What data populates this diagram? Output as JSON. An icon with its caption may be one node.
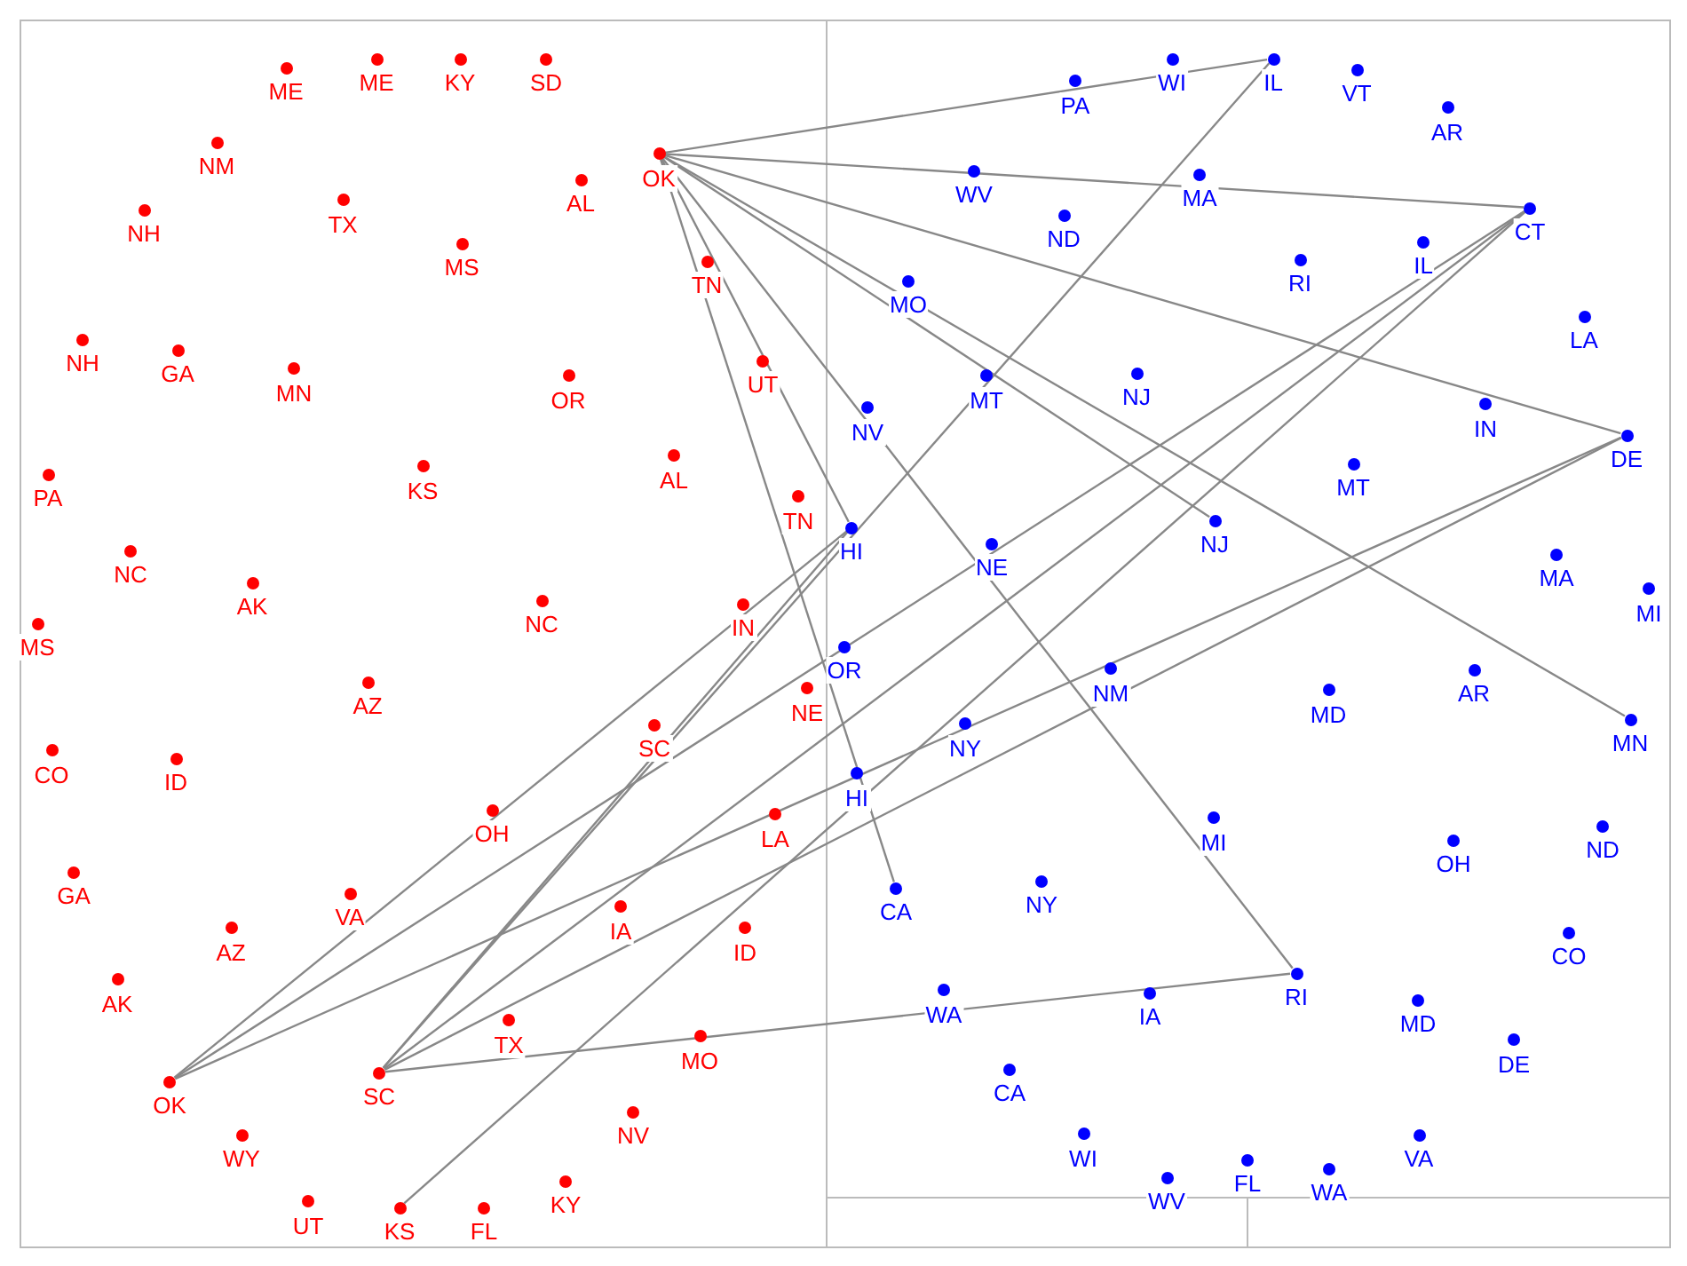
{
  "diagram": {
    "nodes": [
      {
        "text": [],
        "shape": "circle",
        "beside": [
          "ME"
        ]
      },
      {
        "text": [],
        "shape": "circle",
        "beside": [
          "ME"
        ]
      },
      {
        "text": [],
        "shape": "circle",
        "beside": [
          "KY"
        ]
      },
      {
        "text": [],
        "shape": "circle",
        "beside": [
          "SD"
        ]
      },
      {
        "text": [],
        "shape": "circle",
        "beside": [
          "NM"
        ]
      },
      {
        "text": [],
        "shape": "circle",
        "beside": [
          "OK"
        ]
      },
      {
        "text": [],
        "shape": "circle",
        "beside": [
          "AL"
        ]
      },
      {
        "text": [],
        "shape": "circle",
        "beside": [
          "TX"
        ]
      },
      {
        "text": [],
        "shape": "circle",
        "beside": [
          "NH"
        ]
      },
      {
        "text": [],
        "shape": "circle",
        "beside": [
          "MS"
        ]
      },
      {
        "text": [],
        "shape": "circle",
        "beside": [
          "TN"
        ]
      },
      {
        "text": [],
        "shape": "circle",
        "beside": [
          "NH"
        ]
      },
      {
        "text": [],
        "shape": "circle",
        "beside": [
          "GA"
        ]
      },
      {
        "text": [],
        "shape": "circle",
        "beside": [
          "UT"
        ]
      },
      {
        "text": [],
        "shape": "circle",
        "beside": [
          "MN"
        ]
      },
      {
        "text": [],
        "shape": "circle",
        "beside": [
          "OR"
        ]
      },
      {
        "text": [],
        "shape": "circle",
        "beside": [
          "AL"
        ]
      },
      {
        "text": [],
        "shape": "circle",
        "beside": [
          "KS"
        ]
      },
      {
        "text": [],
        "shape": "circle",
        "beside": [
          "PA"
        ]
      },
      {
        "text": [],
        "shape": "circle",
        "beside": [
          "TN"
        ]
      },
      {
        "text": [],
        "shape": "circle",
        "beside": [
          "NC"
        ]
      },
      {
        "text": [],
        "shape": "circle",
        "beside": [
          "AK"
        ]
      },
      {
        "text": [],
        "shape": "circle",
        "beside": [
          "NC"
        ]
      },
      {
        "text": [],
        "shape": "circle",
        "beside": [
          "IN"
        ]
      },
      {
        "text": [],
        "shape": "circle",
        "beside": [
          "MS"
        ]
      },
      {
        "text": [],
        "shape": "circle",
        "beside": [
          "AZ"
        ]
      },
      {
        "text": [],
        "shape": "circle",
        "beside": [
          "NE"
        ]
      },
      {
        "text": [],
        "shape": "circle",
        "beside": [
          "SC"
        ]
      },
      {
        "text": [],
        "shape": "circle",
        "beside": [
          "CO"
        ]
      },
      {
        "text": [],
        "shape": "circle",
        "beside": [
          "ID"
        ]
      },
      {
        "text": [],
        "shape": "circle",
        "beside": [
          "OH"
        ]
      },
      {
        "text": [],
        "shape": "circle",
        "beside": [
          "LA"
        ]
      },
      {
        "text": [],
        "shape": "circle",
        "beside": [
          "GA"
        ]
      },
      {
        "text": [],
        "shape": "circle",
        "beside": [
          "VA"
        ]
      },
      {
        "text": [],
        "shape": "circle",
        "beside": [
          "IA"
        ]
      },
      {
        "text": [],
        "shape": "circle",
        "beside": [
          "AZ"
        ]
      },
      {
        "text": [],
        "shape": "circle",
        "beside": [
          "ID"
        ]
      },
      {
        "text": [],
        "shape": "circle",
        "beside": [
          "AK"
        ]
      },
      {
        "text": [],
        "shape": "circle",
        "beside": [
          "TX"
        ]
      },
      {
        "text": [],
        "shape": "circle",
        "beside": [
          "MO"
        ]
      },
      {
        "text": [],
        "shape": "circle",
        "beside": [
          "SC"
        ]
      },
      {
        "text": [],
        "shape": "circle",
        "beside": [
          "OK"
        ]
      },
      {
        "text": [],
        "shape": "circle",
        "beside": [
          "NV"
        ]
      },
      {
        "text": [],
        "shape": "circle",
        "beside": [
          "WY"
        ]
      },
      {
        "text": [],
        "shape": "circle",
        "beside": [
          "KY"
        ]
      },
      {
        "text": [],
        "shape": "circle",
        "beside": [
          "UT"
        ]
      },
      {
        "text": [],
        "shape": "circle",
        "beside": [
          "KS"
        ]
      },
      {
        "text": [],
        "shape": "circle",
        "beside": [
          "FL"
        ]
      },
      {
        "text": [],
        "shape": "circle",
        "beside": [
          "WI"
        ]
      },
      {
        "text": [],
        "shape": "circle",
        "beside": [
          "IL"
        ]
      },
      {
        "text": [],
        "shape": "circle",
        "beside": [
          "VT"
        ]
      },
      {
        "text": [],
        "shape": "circle",
        "beside": [
          "PA"
        ]
      },
      {
        "text": [],
        "shape": "circle",
        "beside": [
          "AR"
        ]
      },
      {
        "text": [],
        "shape": "circle",
        "beside": [
          "WV"
        ]
      },
      {
        "text": [],
        "shape": "circle",
        "beside": [
          "MA"
        ]
      },
      {
        "text": [],
        "shape": "circle",
        "beside": [
          "CT"
        ]
      },
      {
        "text": [],
        "shape": "circle",
        "beside": [
          "ND"
        ]
      },
      {
        "text": [],
        "shape": "circle",
        "beside": [
          "IL"
        ]
      },
      {
        "text": [],
        "shape": "circle",
        "beside": [
          "RI"
        ]
      },
      {
        "text": [],
        "shape": "circle",
        "beside": [
          "MO"
        ]
      },
      {
        "text": [],
        "shape": "circle",
        "beside": [
          "LA"
        ]
      },
      {
        "text": [],
        "shape": "circle",
        "beside": [
          "NJ"
        ]
      },
      {
        "text": [],
        "shape": "circle",
        "beside": [
          "MT"
        ]
      },
      {
        "text": [],
        "shape": "circle",
        "beside": [
          "IN"
        ]
      },
      {
        "text": [],
        "shape": "circle",
        "beside": [
          "NV"
        ]
      },
      {
        "text": [],
        "shape": "circle",
        "beside": [
          "DE"
        ]
      },
      {
        "text": [],
        "shape": "circle",
        "beside": [
          "MT"
        ]
      },
      {
        "text": [],
        "shape": "circle",
        "beside": [
          "NJ"
        ]
      },
      {
        "text": [],
        "shape": "circle",
        "beside": [
          "HI"
        ]
      },
      {
        "text": [],
        "shape": "circle",
        "beside": [
          "NE"
        ]
      },
      {
        "text": [],
        "shape": "circle",
        "beside": [
          "MA"
        ]
      },
      {
        "text": [],
        "shape": "circle",
        "beside": [
          "MI"
        ]
      },
      {
        "text": [],
        "shape": "circle",
        "beside": [
          "OR"
        ]
      },
      {
        "text": [],
        "shape": "circle",
        "beside": [
          "NM"
        ]
      },
      {
        "text": [],
        "shape": "circle",
        "beside": [
          "AR"
        ]
      },
      {
        "text": [],
        "shape": "circle",
        "beside": [
          "MD"
        ]
      },
      {
        "text": [],
        "shape": "circle",
        "beside": [
          "MN"
        ]
      },
      {
        "text": [],
        "shape": "circle",
        "beside": [
          "NY"
        ]
      },
      {
        "text": [],
        "shape": "circle",
        "beside": [
          "HI"
        ]
      },
      {
        "text": [],
        "shape": "circle",
        "beside": [
          "MI"
        ]
      },
      {
        "text": [],
        "shape": "circle",
        "beside": [
          "ND"
        ]
      },
      {
        "text": [],
        "shape": "circle",
        "beside": [
          "OH"
        ]
      },
      {
        "text": [],
        "shape": "circle",
        "beside": [
          "NY"
        ]
      },
      {
        "text": [],
        "shape": "circle",
        "beside": [
          "CA"
        ]
      },
      {
        "text": [],
        "shape": "circle",
        "beside": [
          "CO"
        ]
      },
      {
        "text": [],
        "shape": "circle",
        "beside": [
          "RI"
        ]
      },
      {
        "text": [],
        "shape": "circle",
        "beside": [
          "WA"
        ]
      },
      {
        "text": [],
        "shape": "circle",
        "beside": [
          "IA"
        ]
      },
      {
        "text": [],
        "shape": "circle",
        "beside": [
          "MD"
        ]
      },
      {
        "text": [],
        "shape": "circle",
        "beside": [
          "DE"
        ]
      },
      {
        "text": [],
        "shape": "circle",
        "beside": [
          "CA"
        ]
      },
      {
        "text": [],
        "shape": "circle",
        "beside": [
          "WI"
        ]
      },
      {
        "text": [],
        "shape": "circle",
        "beside": [
          "VA"
        ]
      },
      {
        "text": [],
        "shape": "circle",
        "beside": [
          "FL"
        ]
      },
      {
        "text": [],
        "shape": "circle",
        "beside": [
          "WA"
        ]
      },
      {
        "text": [],
        "shape": "circle",
        "beside": [
          "WV"
        ]
      }
    ],
    "edges": [
      {
        "from": 5,
        "to": 49,
        "arrow": "none"
      },
      {
        "from": 5,
        "to": 55,
        "arrow": "none"
      },
      {
        "from": 5,
        "to": 65,
        "arrow": "none"
      },
      {
        "from": 5,
        "to": 67,
        "arrow": "none"
      },
      {
        "from": 5,
        "to": 76,
        "arrow": "none"
      },
      {
        "from": 5,
        "to": 68,
        "arrow": "none"
      },
      {
        "from": 5,
        "to": 85,
        "arrow": "none"
      },
      {
        "from": 5,
        "to": 83,
        "arrow": "none"
      },
      {
        "from": 40,
        "to": 68,
        "arrow": "none"
      },
      {
        "from": 40,
        "to": 49,
        "arrow": "none"
      },
      {
        "from": 40,
        "to": 55,
        "arrow": "none"
      },
      {
        "from": 40,
        "to": 65,
        "arrow": "none"
      },
      {
        "from": 40,
        "to": 85,
        "arrow": "none"
      },
      {
        "from": 41,
        "to": 68,
        "arrow": "none"
      },
      {
        "from": 41,
        "to": 55,
        "arrow": "none"
      },
      {
        "from": 41,
        "to": 65,
        "arrow": "none"
      },
      {
        "from": 46,
        "to": 55,
        "arrow": "none"
      }
    ]
  }
}
